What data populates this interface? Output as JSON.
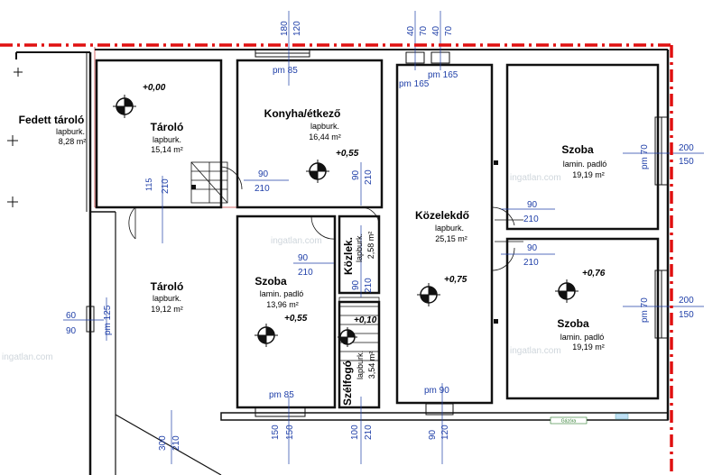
{
  "rooms": {
    "fedett_tarolo": {
      "name": "Fedett tároló",
      "floor": "lapburk.",
      "area": "8,28 m²"
    },
    "tarolo_top": {
      "name": "Tároló",
      "floor": "lapburk.",
      "area": "15,14 m²"
    },
    "konyha": {
      "name": "Konyha/étkező",
      "floor": "lapburk.",
      "area": "16,44 m²"
    },
    "szoba_right_top": {
      "name": "Szoba",
      "floor": "lamin. padló",
      "area": "19,19 m²"
    },
    "kozelekedo": {
      "name": "Közelekdő",
      "floor": "lapburk.",
      "area": "25,15 m²"
    },
    "tarolo_bottom": {
      "name": "Tároló",
      "floor": "lapburk.",
      "area": "19,12 m²"
    },
    "szoba_mid": {
      "name": "Szoba",
      "floor": "lamin. padló",
      "area": "13,96 m²"
    },
    "kozlek": {
      "name": "Közlek.",
      "floor": "lapburk.",
      "area": "2,58 m²"
    },
    "szelfogo": {
      "name": "Szélfogó",
      "floor": "lapburk.",
      "area": "3,54 m²"
    },
    "szoba_right_bottom": {
      "name": "Szoba",
      "floor": "lamin. padló",
      "area": "19,19 m²"
    }
  },
  "levels": {
    "tarolo_top": "+0,00",
    "konyha": "+0,55",
    "szoba_mid": "+0,55",
    "kozelekedo": "+0,75",
    "szoba_right": "+0,76",
    "szelfogo": "+0,10"
  },
  "dimensions": {
    "top_180": "180",
    "top_120": "120",
    "pm85_top": "pm 85",
    "top_40a": "40",
    "top_70a": "70",
    "top_40b": "40",
    "top_70b": "70",
    "pm165_a": "pm 165",
    "pm165_b": "pm 165",
    "d90_konyha": "90",
    "d210_konyha": "210",
    "d115": "115",
    "d210_tarolo": "210",
    "d90_v": "90",
    "d210_v": "210",
    "d90_koz1": "90",
    "d210_koz1": "210",
    "d90_koz2": "90",
    "d210_koz2": "210",
    "d90_szoba": "90",
    "d210_szoba": "210",
    "d90_kl": "90",
    "d210_kl": "210",
    "pm70_a": "pm 70",
    "d200_a": "200",
    "d150_a": "150",
    "pm70_b": "pm 70",
    "d200_b": "200",
    "d150_b": "150",
    "d60": "60",
    "d90_left": "90",
    "pm125": "pm 125",
    "pm85_bottom": "pm 85",
    "pm90_bottom": "pm 90",
    "b300": "300",
    "b210": "210",
    "b150a": "150",
    "b150b": "150",
    "b100": "100",
    "b210b": "210",
    "b90": "90",
    "b120": "120"
  },
  "watermark": {
    "left": "ingatlan.com",
    "mid_top": "ingatlan.com",
    "mid_bottom": "ingatlan.com",
    "right": "ingatlan.com"
  },
  "door_tag": "Gázóra",
  "colors": {
    "wall": "#111111",
    "boundary": "#e01010",
    "dimension": "#1f3fa8",
    "thin_red": "#c84040"
  }
}
